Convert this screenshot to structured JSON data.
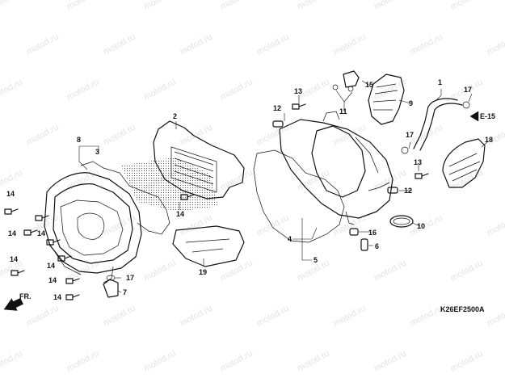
{
  "watermark": {
    "text": "motod.ru"
  },
  "diagram": {
    "drawing_code": "K26EF2500A",
    "direction_text": "FR.",
    "reference": "E-15"
  },
  "callouts": [
    {
      "id": "1",
      "text": "1"
    },
    {
      "id": "2",
      "text": "2"
    },
    {
      "id": "3",
      "text": "3"
    },
    {
      "id": "4",
      "text": "4"
    },
    {
      "id": "5",
      "text": "5"
    },
    {
      "id": "6",
      "text": "6"
    },
    {
      "id": "7",
      "text": "7"
    },
    {
      "id": "8",
      "text": "8"
    },
    {
      "id": "9",
      "text": "9"
    },
    {
      "id": "10",
      "text": "10"
    },
    {
      "id": "11",
      "text": "11"
    },
    {
      "id": "12a",
      "text": "12"
    },
    {
      "id": "12b",
      "text": "12"
    },
    {
      "id": "13a",
      "text": "13"
    },
    {
      "id": "13b",
      "text": "13"
    },
    {
      "id": "14a",
      "text": "14"
    },
    {
      "id": "14b",
      "text": "14"
    },
    {
      "id": "14c",
      "text": "14"
    },
    {
      "id": "14d",
      "text": "14"
    },
    {
      "id": "14e",
      "text": "14"
    },
    {
      "id": "14f",
      "text": "14"
    },
    {
      "id": "14g",
      "text": "14"
    },
    {
      "id": "14h",
      "text": "14"
    },
    {
      "id": "15",
      "text": "15"
    },
    {
      "id": "16",
      "text": "16"
    },
    {
      "id": "17a",
      "text": "17"
    },
    {
      "id": "17b",
      "text": "17"
    },
    {
      "id": "17c",
      "text": "17"
    },
    {
      "id": "18",
      "text": "18"
    },
    {
      "id": "19",
      "text": "19"
    }
  ]
}
